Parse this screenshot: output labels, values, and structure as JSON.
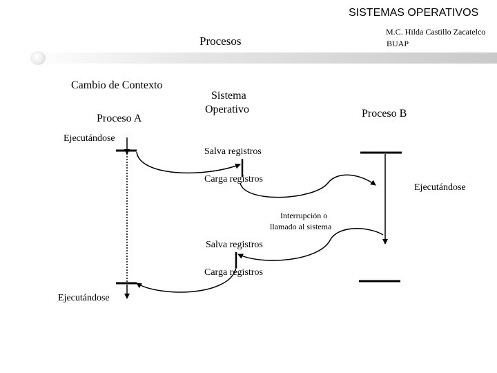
{
  "header": {
    "course_title": "SISTEMAS OPERATIVOS",
    "author_line1": "M.C. Hilda Castillo Zacatelco",
    "author_line2": "BUAP"
  },
  "slide": {
    "title": "Procesos",
    "subtitle": "Cambio de Contexto"
  },
  "diagram": {
    "process_a": "Proceso A",
    "os_line1": "Sistema",
    "os_line2": "Operativo",
    "process_b": "Proceso B",
    "executing_a_top": "Ejecutándose",
    "save_registers_1": "Salva registros",
    "load_registers_1": "Carga registros",
    "executing_b": "Ejecutándose",
    "interrupt_line1": "Interrupción o",
    "interrupt_line2": "llamado al sistema",
    "save_registers_2": "Salva registros",
    "load_registers_2": "Carga registros",
    "executing_a_bottom": "Ejecutándose"
  },
  "colors": {
    "band_light": "#ffffff",
    "band_dark": "#c9c9c9",
    "ink": "#000000"
  }
}
